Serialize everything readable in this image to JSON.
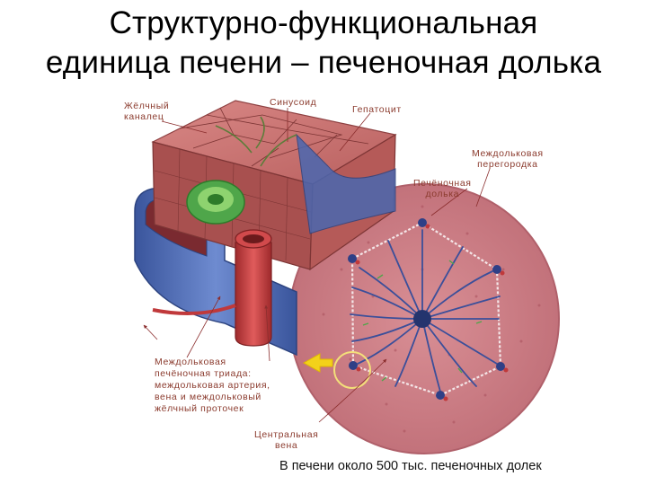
{
  "title_line1": "Структурно-функциональная",
  "title_line2": "единица печени – печеночная долька",
  "labels": {
    "bile_canaliculus": "Жёлчный\nканалец",
    "sinusoid": "Синусоид",
    "hepatocyte": "Гепатоцит",
    "interlobular_septum": "Междольковая\nперегородка",
    "hepatic_lobule": "Печёночная\nдолька",
    "portal_triad": "Междольковая\nпечёночная триада:\nмеждольковая артерия,\nвена и междольковый\nжёлчный проточек",
    "central_vein": "Центральная\nвена"
  },
  "caption": "В печени около 500 тыс. печеночных долек",
  "colors": {
    "hepatocyte_fill": "#c9706e",
    "vein_blue": "#4a67b0",
    "artery_red": "#c0393b",
    "bile_green": "#4fa64a",
    "lobule_tissue": "#c87f85",
    "label_brown": "#8b3b2e",
    "arrow_yellow": "#f3d21a"
  }
}
